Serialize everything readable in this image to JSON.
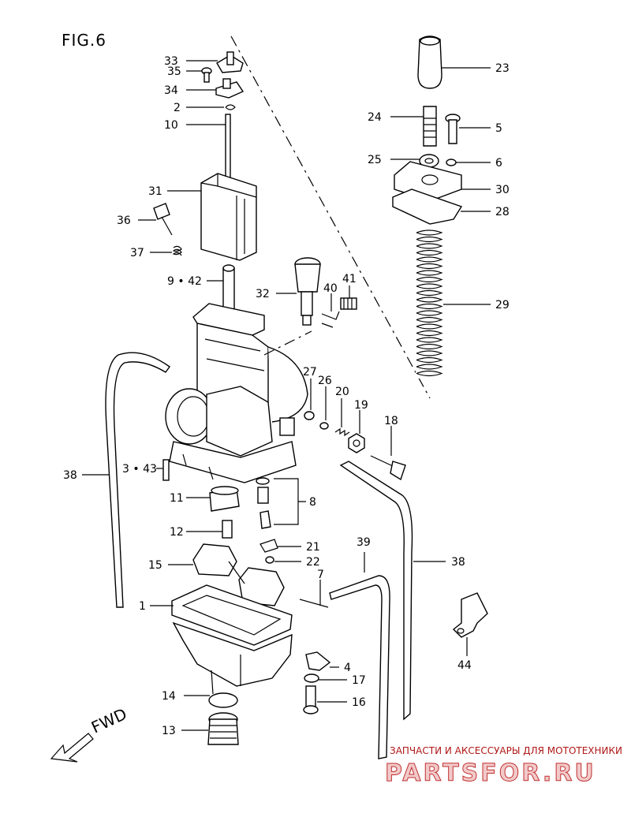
{
  "figure": {
    "title": "FIG.6",
    "direction_label": "FWD"
  },
  "callouts": {
    "c1": "1",
    "c2": "2",
    "c3": "3 • 43",
    "c4": "4",
    "c5": "5",
    "c6": "6",
    "c7": "7",
    "c8": "8",
    "c9": "9 • 42",
    "c10": "10",
    "c11": "11",
    "c12": "12",
    "c13": "13",
    "c14": "14",
    "c15": "15",
    "c16": "16",
    "c17": "17",
    "c18": "18",
    "c19": "19",
    "c20": "20",
    "c21": "21",
    "c22": "22",
    "c23": "23",
    "c24": "24",
    "c25": "25",
    "c26": "26",
    "c27": "27",
    "c28": "28",
    "c29": "29",
    "c30": "30",
    "c31": "31",
    "c32": "32",
    "c33": "33",
    "c34": "34",
    "c35": "35",
    "c36": "36",
    "c37": "37",
    "c38a": "38",
    "c38b": "38",
    "c39": "39",
    "c40": "40",
    "c41": "41",
    "c44": "44"
  },
  "watermark": {
    "caption": "ЗАПЧАСТИ И АКСЕССУАРЫ ДЛЯ МОТОТЕХНИКИ",
    "logo": "PARTSFOR.RU",
    "color": "#c03030"
  }
}
